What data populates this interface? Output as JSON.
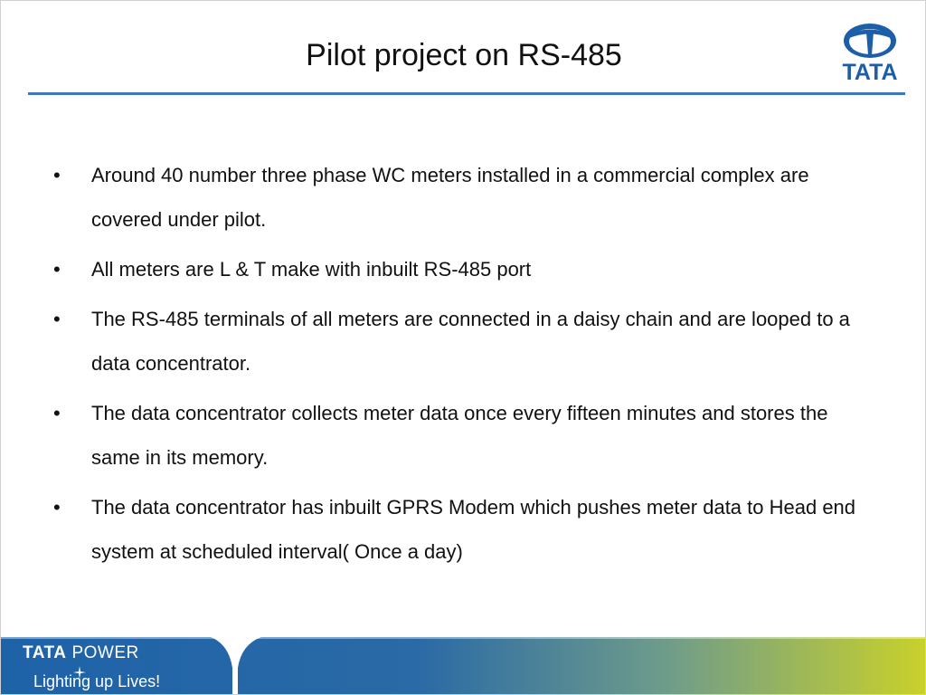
{
  "slide": {
    "title": "Pilot project on RS-485",
    "logo_wordmark": "TATA",
    "bullet_symbol": "•",
    "bullets": [
      "Around 40 number three phase WC meters installed in a commercial complex are covered under pilot.",
      "All meters are L & T make with inbuilt RS-485 port",
      "The RS-485 terminals of all meters are connected in a daisy chain and are looped to a data concentrator.",
      "The data concentrator collects meter data once every fifteen minutes and stores the same in its memory.",
      "The data concentrator has inbuilt GPRS Modem which pushes meter data to Head end system at scheduled interval( Once a day)"
    ]
  },
  "footer": {
    "brand_tata": "TATA",
    "brand_power": "POWER",
    "tagline": "Lighting up Lives!"
  },
  "colors": {
    "accent_blue": "#3f77bf",
    "logo_blue": "#1d5ea8",
    "footer_blue": "#1e62a8",
    "footer_green": "#c9d12a"
  },
  "icons": {
    "logo": "tata-t-emblem-icon",
    "tagline_star": "sparkle-icon"
  }
}
